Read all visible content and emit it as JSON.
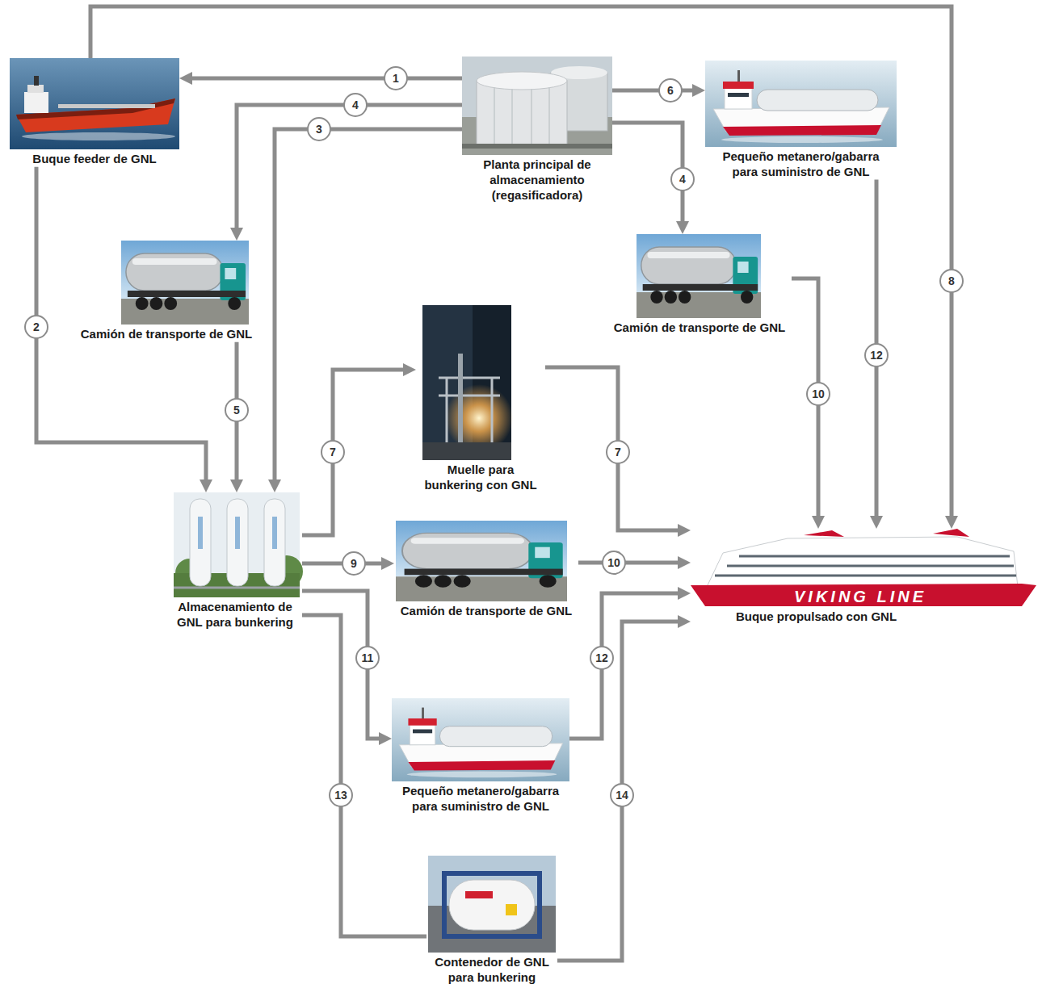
{
  "diagram": {
    "nodes": [
      {
        "text": [
          "Buque feeder de GNL"
        ]
      },
      {
        "text": [
          "Planta principal de almacenamiento (regasificadora)"
        ]
      },
      {
        "text": [
          "Pequeño metanero/gabarra para suministro de GNL"
        ]
      },
      {
        "text": [
          "Camión de transporte de GNL"
        ]
      },
      {
        "text": [
          "Camión de transporte de GNL"
        ]
      },
      {
        "text": [
          "Muelle para bunkering con GNL"
        ]
      },
      {
        "text": [
          "Almacenamiento de GNL para bunkering"
        ]
      },
      {
        "text": [
          "Camión de transporte de GNL"
        ]
      },
      {
        "text": [
          "Buque propulsado con GNL"
        ]
      },
      {
        "text": [
          "Pequeño metanero/gabarra para suministro de GNL"
        ]
      },
      {
        "text": [
          "Contenedor de GNL para bunkering"
        ]
      }
    ],
    "edges": [
      {
        "from": 1,
        "to": 0,
        "label": "1",
        "arrow": "to"
      },
      {
        "from": 1,
        "to": 3,
        "label": "4",
        "arrow": "to"
      },
      {
        "from": 1,
        "to": 6,
        "label": "3",
        "arrow": "to"
      },
      {
        "from": 1,
        "to": 2,
        "label": "6",
        "arrow": "to"
      },
      {
        "from": 1,
        "to": 4,
        "label": "4",
        "arrow": "to"
      },
      {
        "from": 0,
        "to": 8,
        "label": "8",
        "arrow": "to"
      },
      {
        "from": 0,
        "to": 6,
        "label": "2",
        "arrow": "to"
      },
      {
        "from": 3,
        "to": 6,
        "label": "5",
        "arrow": "to"
      },
      {
        "from": 4,
        "to": 8,
        "label": "10",
        "arrow": "to"
      },
      {
        "from": 2,
        "to": 8,
        "label": "12",
        "arrow": "to"
      },
      {
        "from": 6,
        "to": 5,
        "label": "7",
        "arrow": "to"
      },
      {
        "from": 5,
        "to": 8,
        "label": "7",
        "arrow": "to"
      },
      {
        "from": 6,
        "to": 7,
        "label": "9",
        "arrow": "to"
      },
      {
        "from": 7,
        "to": 8,
        "label": "10",
        "arrow": "to"
      },
      {
        "from": 6,
        "to": 9,
        "label": "11",
        "arrow": "to"
      },
      {
        "from": 9,
        "to": 8,
        "label": "12",
        "arrow": "to"
      },
      {
        "from": 6,
        "to": 10,
        "label": "13",
        "arrow": "none"
      },
      {
        "from": 10,
        "to": 8,
        "label": "14",
        "arrow": "to"
      }
    ],
    "labels": [
      "VIKING LINE"
    ]
  }
}
